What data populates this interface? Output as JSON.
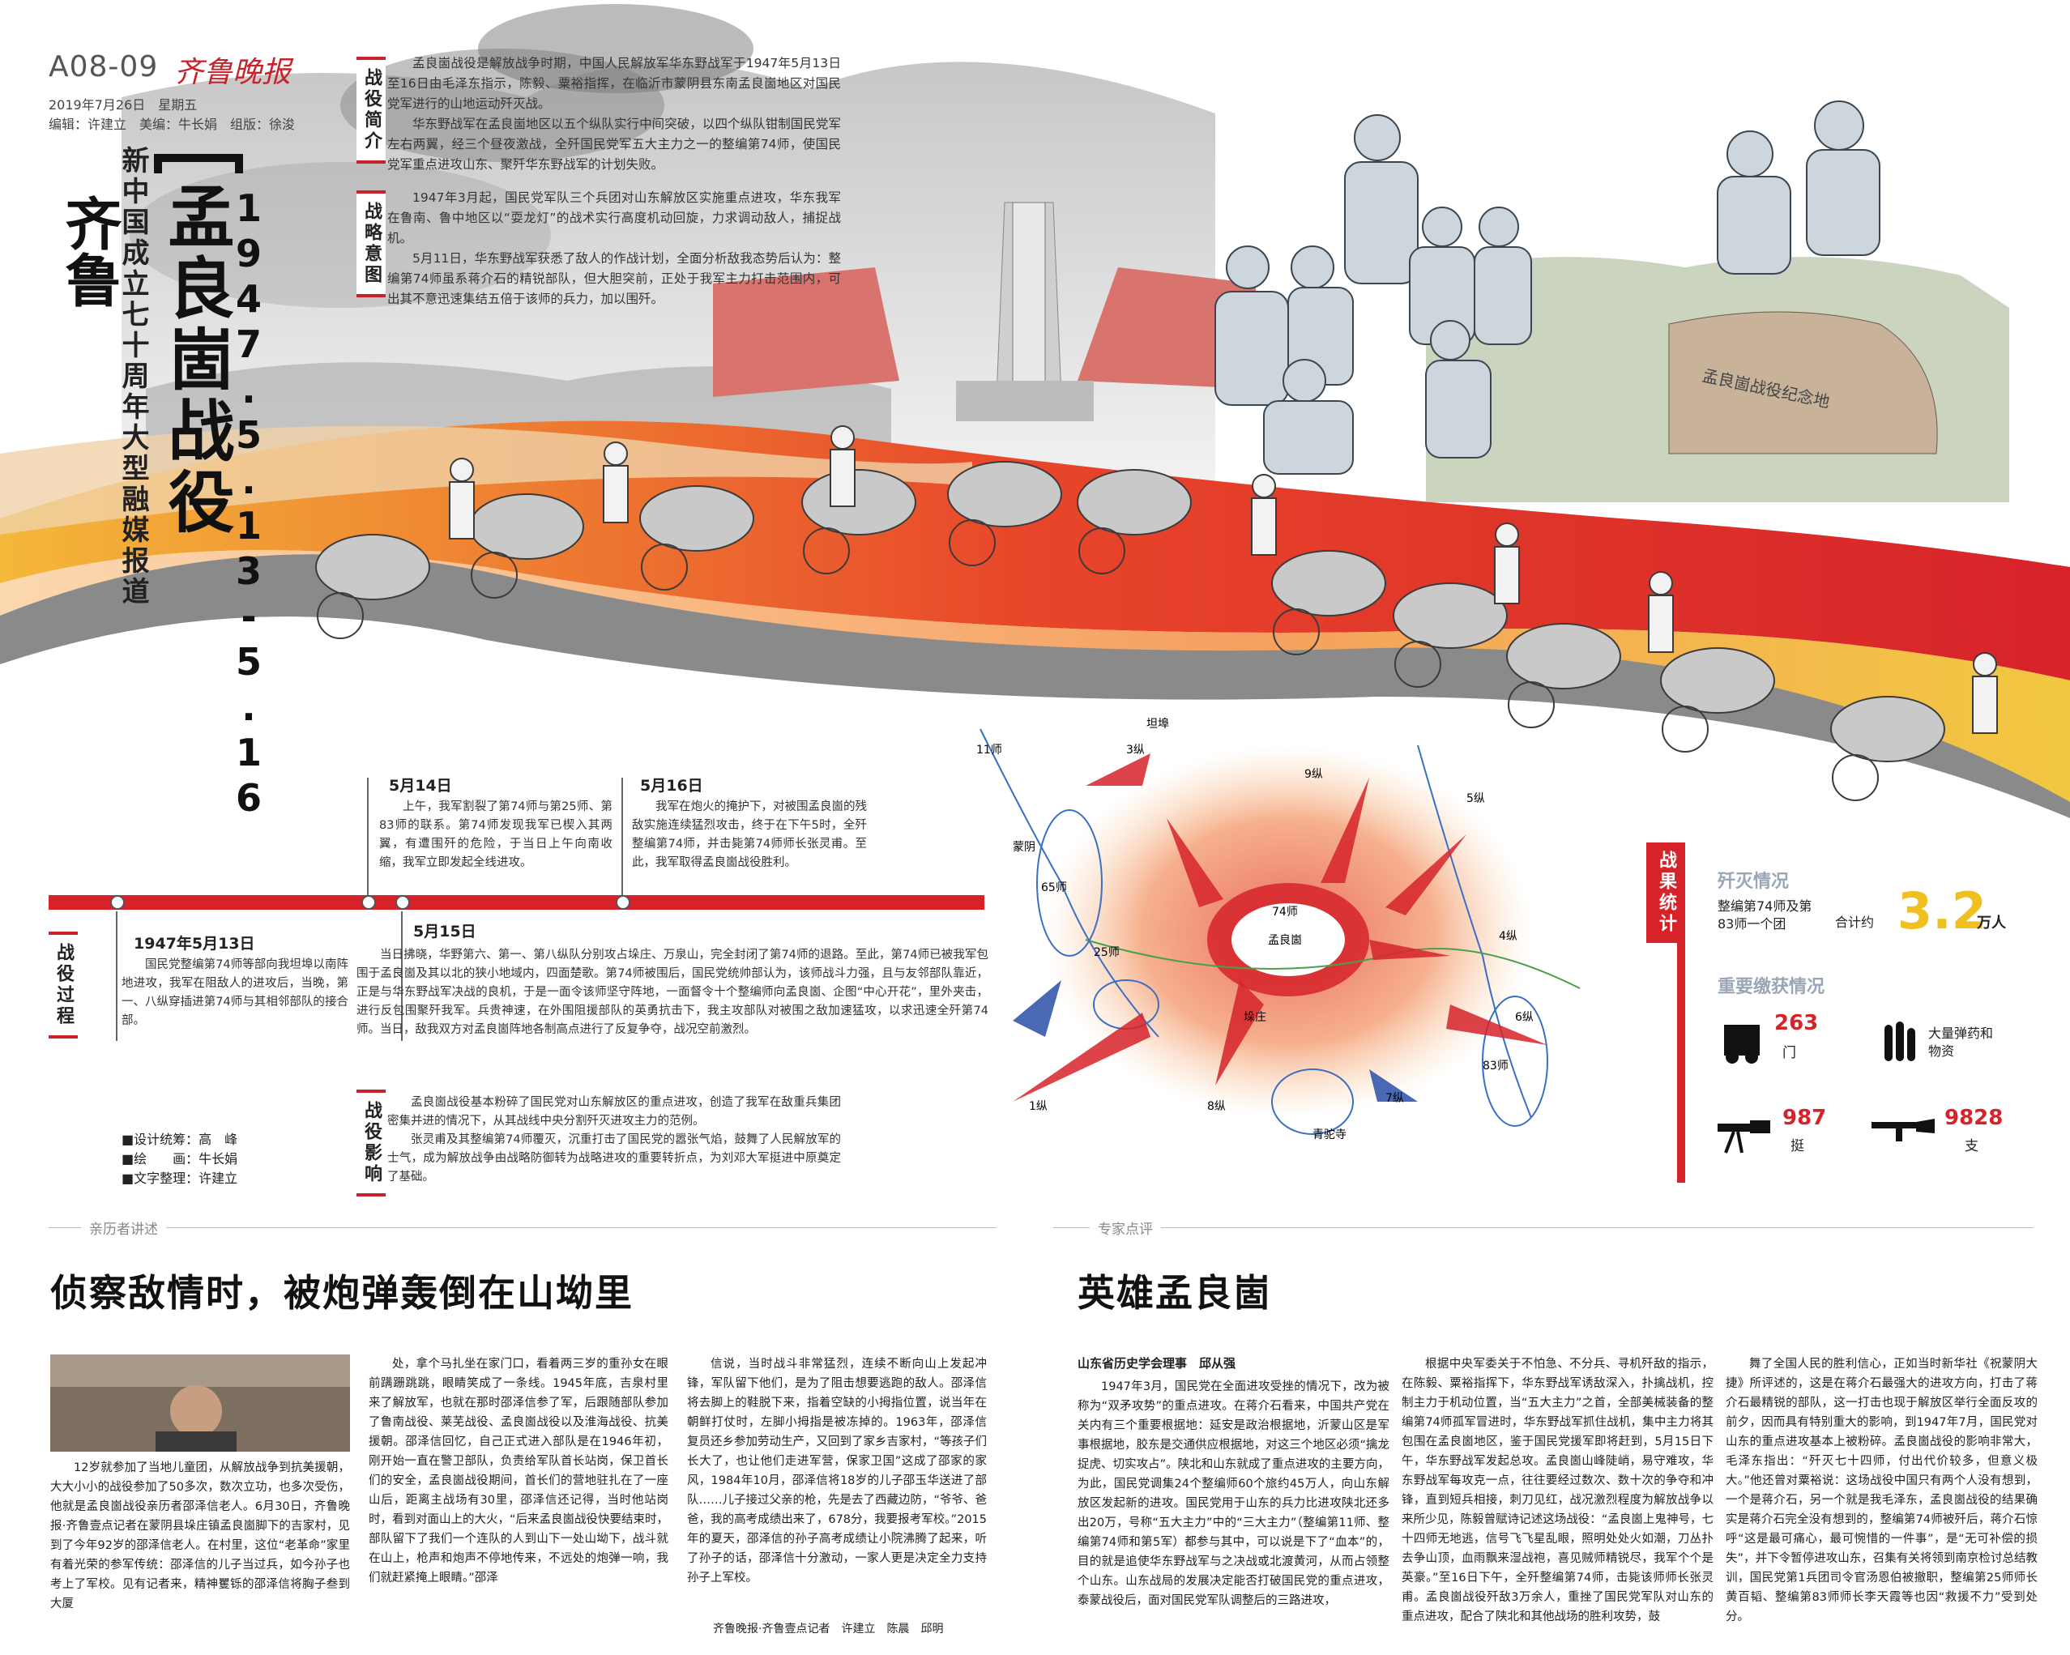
{
  "header": {
    "page_no": "A08-09",
    "paper_name": "齐鲁晚报",
    "date_line": "2019年7月26日　星期五",
    "credits_line": "编辑：许建立　美编：牛长娟　组版：徐浚"
  },
  "feature": {
    "brand": "新中国成立七十周年大型融媒报道",
    "title": "孟良崮战役",
    "dates": "1947.5.13-5.16",
    "ordinal": "【"
  },
  "overview": {
    "label": "战役简介",
    "p1": "孟良崮战役是解放战争时期，中国人民解放军华东野战军于1947年5月13日至16日由毛泽东指示，陈毅、粟裕指挥，在临沂市蒙阴县东南孟良崮地区对国民党军进行的山地运动歼灭战。",
    "p2": "华东野战军在孟良崮地区以五个纵队实行中间突破，以四个纵队钳制国民党军左右两翼，经三个昼夜激战，全歼国民党军五大主力之一的整编第74师，使国民党军重点进攻山东、聚歼华东野战军的计划失败。"
  },
  "intent": {
    "label": "战略意图",
    "p1": "1947年3月起，国民党军队三个兵团对山东解放区实施重点进攻，华东我军在鲁南、鲁中地区以“耍龙灯”的战术实行高度机动回旋，力求调动敌人，捕捉战机。",
    "p2": "5月11日，华东野战军获悉了敌人的作战计划，全面分析敌我态势后认为：整编第74师虽系蒋介石的精锐部队，但大胆突前，正处于我军主力打击范围内，可出其不意迅速集结五倍于该师的兵力，加以围歼。"
  },
  "process": {
    "label": "战役过程",
    "events": [
      {
        "date": "1947年5月13日",
        "text": "国民党整编第74师等部向我坦埠以南阵地进攻，我军在阻敌人的进攻后，当晚，第一、八纵穿插进第74师与其相邻部队的接合部。"
      },
      {
        "date": "5月14日",
        "text": "上午，我军割裂了第74师与第25师、第83师的联系。第74师发现我军已楔入其两翼，有遭围歼的危险，于当日上午向南收缩，我军立即发起全线进攻。"
      },
      {
        "date": "5月15日",
        "text": "当日拂晓，华野第六、第一、第八纵队分别攻占垛庄、万泉山，完全封闭了第74师的退路。至此，第74师已被我军包围于孟良崮及其以北的狭小地域内，四面楚歌。第74师被围后，国民党统帅部认为，该师战斗力强，且与友邻部队靠近，正是与华东野战军决战的良机，于是一面令该师坚守阵地，一面督令十个整编师向孟良崮、企图“中心开花”，里外夹击，进行反包围聚歼我军。兵贵神速，在外围阻援部队的英勇抗击下，我主攻部队对被围之敌加速猛攻，以求迅速全歼第74师。当日，敌我双方对孟良崮阵地各制高点进行了反复争夺，战况空前激烈。"
      },
      {
        "date": "5月16日",
        "text": "我军在炮火的掩护下，对被围孟良崮的残敌实施连续猛烈攻击，终于在下午5时，全歼整编第74师，并击毙第74师师长张灵甫。至此，我军取得孟良崮战役胜利。"
      }
    ]
  },
  "impact": {
    "label": "战役影响",
    "p1": "孟良崮战役基本粉碎了国民党对山东解放区的重点进攻，创造了我军在敌重兵集团密集并进的情况下，从其战线中央分割歼灭进攻主力的范例。",
    "p2": "张灵甫及其整编第74师覆灭，沉重打击了国民党的嚣张气焰，鼓舞了人民解放军的士气，成为解放战争由战略防御转为战略进攻的重要转折点，为刘邓大军挺进中原奠定了基础。"
  },
  "credits": {
    "design": "■设计统筹：高　峰",
    "drawing": "■绘　　画：牛长娟",
    "text": "■文字整理：许建立"
  },
  "results": {
    "label": "战果统计",
    "annihilation_title": "歼灭情况",
    "annihilation_text": "整编第74师及第83师一个团",
    "total_prefix": "合计约",
    "total_value": "3.2",
    "total_unit": "万人",
    "capture_title": "重要缴获情况",
    "items": [
      {
        "value": "263",
        "unit": "门",
        "icon": "cannon-icon"
      },
      {
        "value": "",
        "unit": "大量弹药和物资",
        "icon": "ammo-icon"
      },
      {
        "value": "987",
        "unit": "挺",
        "icon": "machine-gun-icon"
      },
      {
        "value": "9828",
        "unit": "支",
        "icon": "rifle-icon"
      }
    ]
  },
  "map": {
    "labels": [
      "3纵",
      "坦埠",
      "11师",
      "9纵",
      "5纵",
      "65师",
      "蒙阴",
      "25师",
      "4纵",
      "6纵",
      "1纵",
      "8纵",
      "孟良崮",
      "垛庄",
      "7纵",
      "83师",
      "青驼寺",
      "74师"
    ]
  },
  "illustration": {
    "monument_text": "孟良崮战役纪念地"
  },
  "article_left": {
    "tag": "亲历者讲述",
    "headline": "侦察敌情时，被炮弹轰倒在山坳里",
    "col1": "12岁就参加了当地儿童团，从解放战争到抗美援朝，大大小小的战役参加了50多次，数次立功，也多次受伤，他就是孟良崮战役亲历者邵泽信老人。6月30日，齐鲁晚报·齐鲁壹点记者在蒙阴县垛庄镇孟良崮脚下的吉家村，见到了今年92岁的邵泽信老人。在村里，这位“老革命”家里有着光荣的参军传统：邵泽信的儿子当过兵，如今孙子也考上了军校。见有记者来，精神矍铄的邵泽信将胸子叁到大厦",
    "col2": "处，拿个马扎坐在家门口，看着两三岁的重孙女在眼前蹒跚跳跳，眼睛笑成了一条线。1945年底，吉泉村里来了解放军，也就在那时邵泽信参了军，后跟随部队参加了鲁南战役、莱芜战役、孟良崮战役以及淮海战役、抗美援朝。邵泽信回忆，自己正式进入部队是在1946年初，刚开始一直在警卫部队，负责给军队首长站岗，保卫首长们的安全，孟良崮战役期间，首长们的营地驻扎在了一座山后，距离主战场有30里，邵泽信还记得，当时他站岗时，看到对面山上的大火，“后来孟良崮战役快要结束时，部队留下了我们一个连队的人到山下一处山坳下，战斗就在山上，枪声和炮声不停地传来，不远处的炮弹一响，我们就赶紧掩上眼睛。”邵泽",
    "col3": "信说，当时战斗非常猛烈，连续不断向山上发起冲锋，军队留下他们，是为了阻击想要逃跑的敌人。邵泽信将去脚上的鞋脱下来，指着空缺的小拇指位置，说当年在朝鲜打仗时，左脚小拇指是被冻掉的。1963年，邵泽信复员还乡参加劳动生产，又回到了家乡吉家村，“等孩子们长大了，也让他们走进军营，保家卫国”这成了邵家的家风，1984年10月，邵泽信将18岁的儿子邵玉华送进了部队……儿子接过父亲的枪，先是去了西藏边防，“爷爷、爸爸，我的高考成绩出来了，678分，我要报考军校。”2015年的夏天，邵泽信的孙子高考成绩让小院沸腾了起来，听了孙子的话，邵泽信十分激动，一家人更是决定全力支持孙子上军校。",
    "byline": "齐鲁晚报·齐鲁壹点记者　许建立　陈晨　邱明"
  },
  "article_right": {
    "tag": "专家点评",
    "headline": "英雄孟良崮",
    "author": "山东省历史学会理事　邱从强",
    "col1": "1947年3月，国民党在全面进攻受挫的情况下，改为被称为“双矛攻势”的重点进攻。在蒋介石看来，中国共产党在关内有三个重要根据地：延安是政治根据地，沂蒙山区是军事根据地，胶东是交通供应根据地，对这三个地区必须“擒龙捉虎、切实攻占”。陕北和山东就成了重点进攻的主要方向，为此，国民党调集24个整编师60个旅约45万人，向山东解放区发起新的进攻。国民党用于山东的兵力比进攻陕北还多出20万，号称“五大主力”中的“三大主力”（整编第11师、整编第74师和第5军）都参与其中，可以说是下了“血本”的，目的就是追使华东野战军与之决战或北渡黄河，从而占领整个山东。山东战局的发展决定能否打破国民党的重点进攻，泰蒙战役后，面对国民党军队调整后的三路进攻，",
    "col2": "根据中央军委关于不怕急、不分兵、寻机歼敌的指示，在陈毅、粟裕指挥下，华东野战军诱敌深入，扑擒战机，控制主力于机动位置，当“五大主力”之首，全部美械装备的整编第74师孤军冒进时，华东野战军抓住战机，集中主力将其包围在孟良崮地区，鉴于国民党援军即将赶到，5月15日下午，华东野战军发起总攻。孟良崮山峰陡峭，易守难攻，华东野战军每攻克一点，往往要经过数次、数十次的争夺和冲锋，直到短兵相接，刺刀见红，战况激烈程度为解放战争以来所少见，陈毅曾赋诗记述这场战役：“孟良崮上鬼神号，七十四师无地逃，信号飞飞星乱眼，照明处处火如潮，刀丛扑去争山顶，血雨飘来湿战袍，喜见贼师精锐尽，我军个个是英豪。”至16日下午，全歼整编第74师，击毙该师师长张灵甫。孟良崮战役歼敌3万余人，重挫了国民党军队对山东的重点进攻，配合了陕北和其他战场的胜利攻势，鼓",
    "col3": "舞了全国人民的胜利信心，正如当时新华社《祝蒙阴大捷》所评述的，这是在蒋介石最强大的进攻方向，打击了蒋介石最精锐的部队，这一打击也现于解放区举行全面反攻的前夕，因而具有特别重大的影响，到1947年7月，国民党对山东的重点进攻基本上被粉碎。孟良崮战役的影响非常大，毛泽东指出：“歼灭七十四师，付出代价较多，但意义极大。”他还曾对粟裕说：这场战役中国只有两个人没有想到，一个是蒋介石，另一个就是我毛泽东，孟良崮战役的结果确实是蒋介石完全没有想到的，整编第74师被歼后，蒋介石惊呼“这是最可痛心，最可惋惜的一件事”，是“无可补偿的损失”，并下令暂停进攻山东，召集有关将领到南京检讨总结教训，国民党第1兵团司令官汤恩伯被撤职，整编第25师师长黄百韬、整编第83师师长李天霞等也因“救援不力”受到处分。"
  },
  "colors": {
    "accent_red": "#d6232a",
    "timeline_red": "#d6232a",
    "gold": "#f0c020",
    "orange": "#f08a24"
  }
}
